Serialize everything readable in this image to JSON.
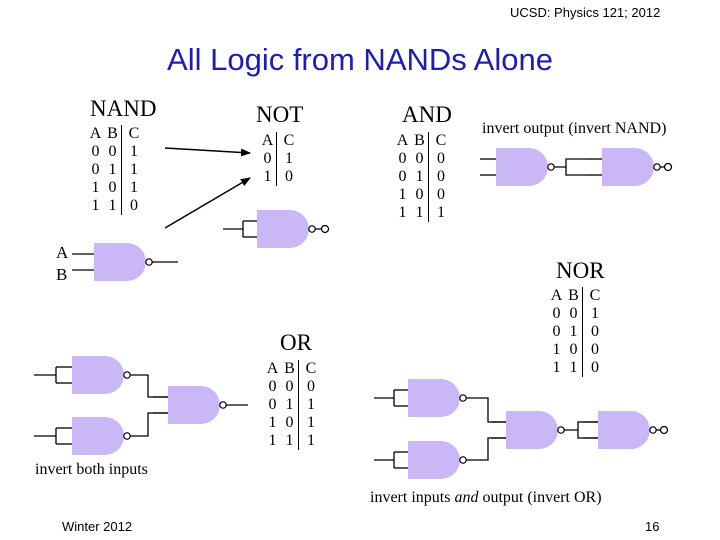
{
  "header": {
    "course": "UCSD: Physics 121; 2012"
  },
  "title": "All Logic from NANDs Alone",
  "sections": {
    "nand": {
      "heading": "NAND",
      "col_a": "A",
      "col_b": "B",
      "col_c": "C",
      "rows": [
        [
          "0",
          "0",
          "1"
        ],
        [
          "0",
          "1",
          "1"
        ],
        [
          "1",
          "0",
          "1"
        ],
        [
          "1",
          "1",
          "0"
        ]
      ]
    },
    "not": {
      "heading": "NOT",
      "col_a": "A",
      "col_c": "C",
      "rows": [
        [
          "0",
          "1"
        ],
        [
          "1",
          "0"
        ]
      ]
    },
    "and": {
      "heading": "AND",
      "col_a": "A",
      "col_b": "B",
      "col_c": "C",
      "rows": [
        [
          "0",
          "0",
          "0"
        ],
        [
          "0",
          "1",
          "0"
        ],
        [
          "1",
          "0",
          "0"
        ],
        [
          "1",
          "1",
          "1"
        ]
      ]
    },
    "or": {
      "heading": "OR",
      "col_a": "A",
      "col_b": "B",
      "col_c": "C",
      "rows": [
        [
          "0",
          "0",
          "0"
        ],
        [
          "0",
          "1",
          "1"
        ],
        [
          "1",
          "0",
          "1"
        ],
        [
          "1",
          "1",
          "1"
        ]
      ]
    },
    "nor": {
      "heading": "NOR",
      "col_a": "A",
      "col_b": "B",
      "col_c": "C",
      "rows": [
        [
          "0",
          "0",
          "1"
        ],
        [
          "0",
          "1",
          "0"
        ],
        [
          "1",
          "0",
          "0"
        ],
        [
          "1",
          "1",
          "0"
        ]
      ]
    }
  },
  "labels": {
    "input_a": "A",
    "input_b": "B",
    "and_caption": "invert output (invert NAND)",
    "or_caption": "invert both inputs",
    "nor_caption_pre": "invert inputs ",
    "nor_caption_em": "and",
    "nor_caption_post": " output (invert OR)"
  },
  "footer": {
    "term": "Winter 2012",
    "page": "16"
  },
  "colors": {
    "title": "#1d1db5",
    "gate_fill": "#c9b8f5",
    "line": "#000000"
  }
}
